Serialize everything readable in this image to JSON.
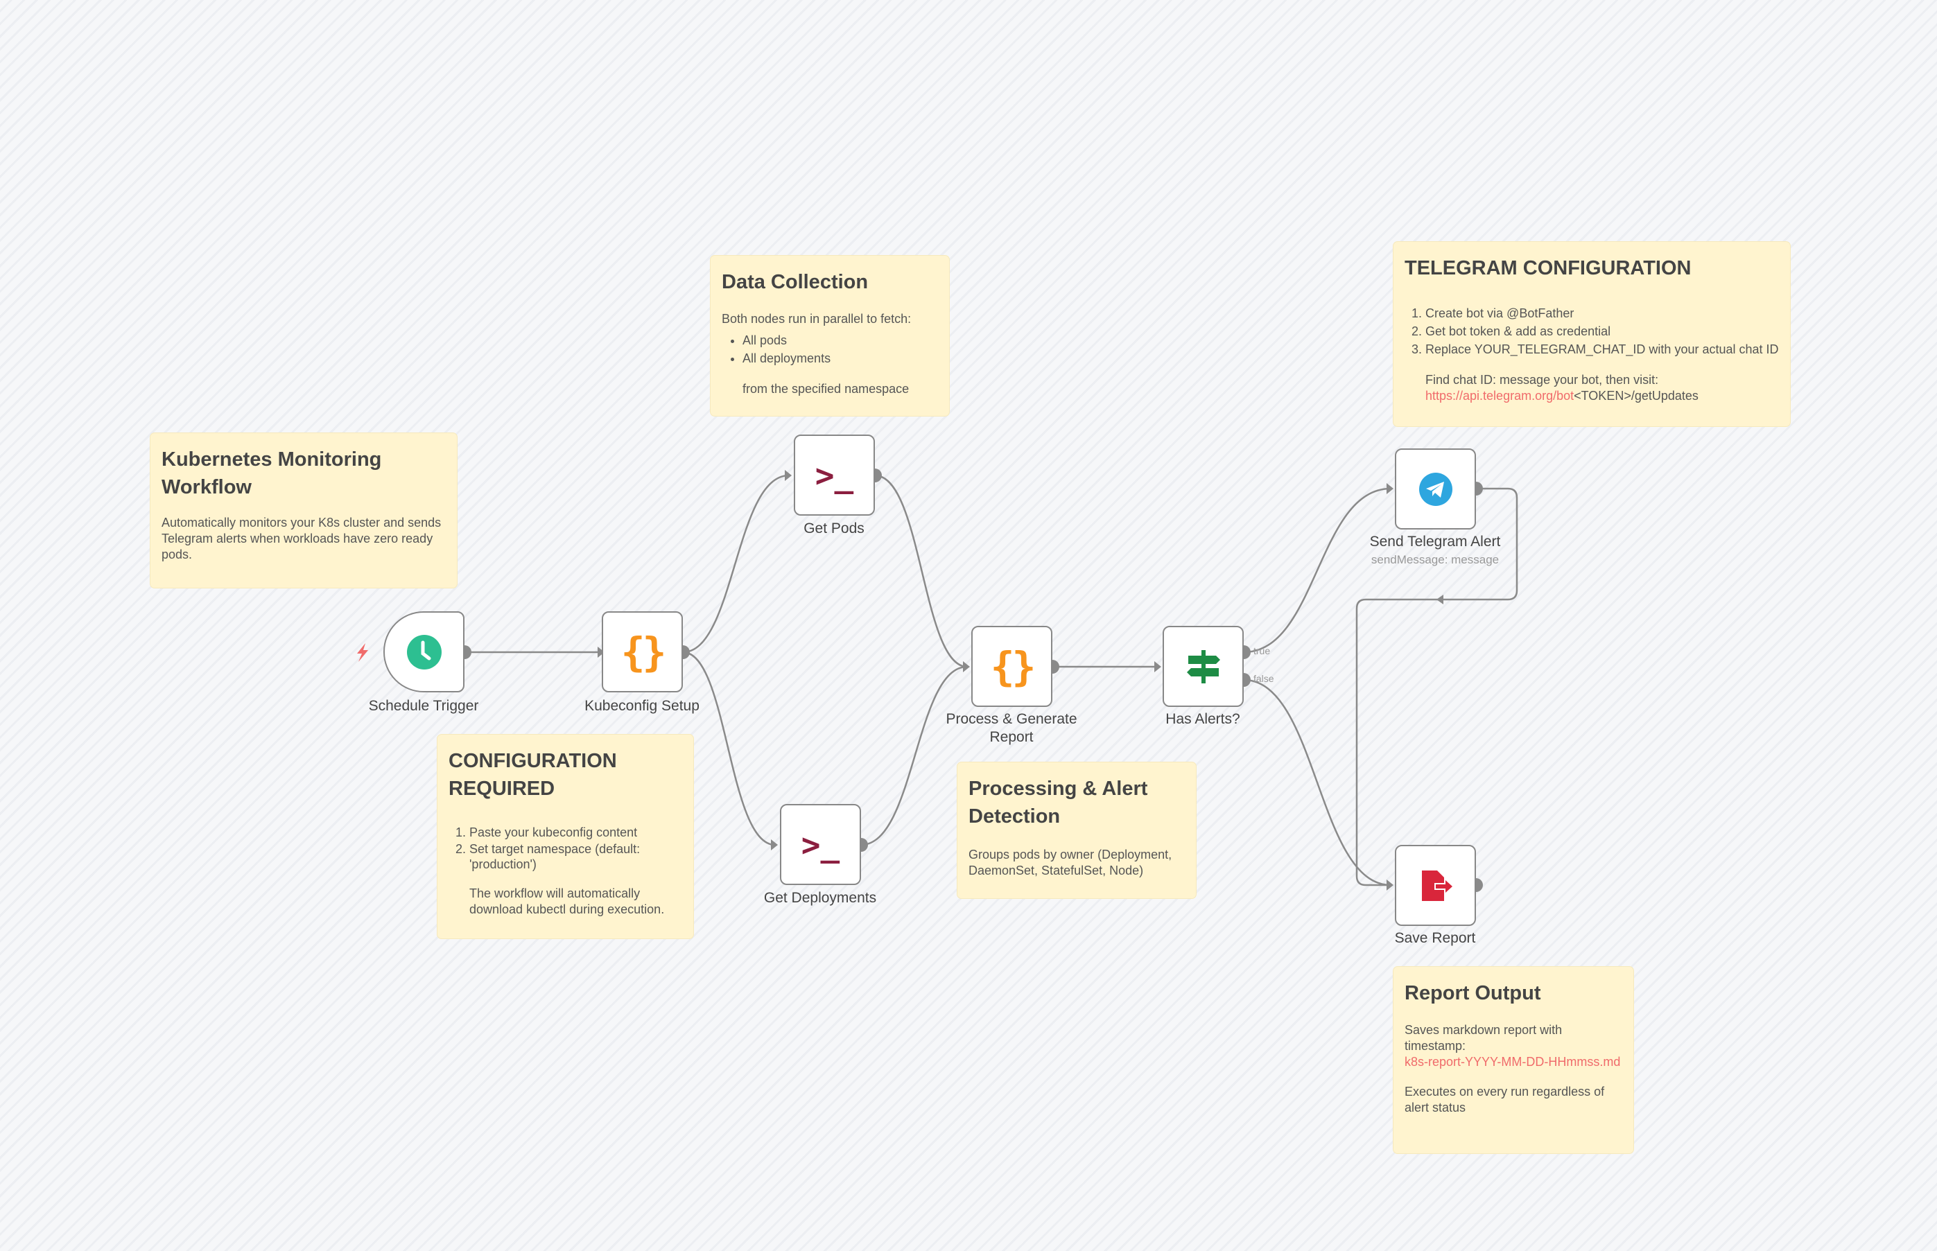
{
  "notes": {
    "overview": {
      "title": "Kubernetes Monitoring Workflow",
      "body": "Automatically monitors your K8s cluster and sends Telegram alerts when workloads have zero ready pods."
    },
    "data_collection": {
      "title": "Data Collection",
      "intro": "Both nodes run in parallel to fetch:",
      "items": [
        "All pods",
        "All deployments"
      ],
      "outro": "from the specified namespace"
    },
    "telegram_config": {
      "title": "TELEGRAM CONFIGURATION",
      "items": [
        "Create bot via @BotFather",
        "Get bot token & add as credential",
        "Replace YOUR_TELEGRAM_CHAT_ID with your actual chat ID"
      ],
      "find": "Find chat ID: message your bot, then visit:",
      "link": "https://api.telegram.org/bot",
      "link_suffix": "<TOKEN>/getUpdates"
    },
    "config_required": {
      "title": "CONFIGURATION REQUIRED",
      "items": [
        "Paste your kubeconfig content",
        "Set target namespace (default: 'production')"
      ],
      "note": "The workflow will automatically download kubectl during execution."
    },
    "processing": {
      "title": "Processing & Alert Detection",
      "body": "Groups pods by owner (Deployment, DaemonSet, StatefulSet, Node)"
    },
    "report_output": {
      "title": "Report Output",
      "body": "Saves markdown report with timestamp:",
      "filename": "k8s-report-YYYY-MM-DD-HHmmss.md",
      "note": "Executes on every run regardless of alert status"
    }
  },
  "nodes": {
    "schedule_trigger": {
      "label": "Schedule Trigger",
      "icon": "clock-icon"
    },
    "kubeconfig_setup": {
      "label": "Kubeconfig Setup",
      "icon": "code-braces-icon"
    },
    "get_pods": {
      "label": "Get Pods",
      "icon": "terminal-icon"
    },
    "get_deployments": {
      "label": "Get Deployments",
      "icon": "terminal-icon"
    },
    "process_report": {
      "label": "Process & Generate Report",
      "icon": "code-braces-icon"
    },
    "has_alerts": {
      "label": "Has Alerts?",
      "icon": "signpost-icon",
      "outputs": [
        "true",
        "false"
      ]
    },
    "send_telegram": {
      "label": "Send Telegram Alert",
      "subtitle": "sendMessage: message",
      "icon": "telegram-icon"
    },
    "save_report": {
      "label": "Save Report",
      "icon": "file-export-icon"
    }
  },
  "colors": {
    "braces": "#f7941d",
    "terminal": "#8b1e3f",
    "clock": "#2dbf91",
    "signpost": "#1e8c45",
    "telegram": "#2ea6df",
    "file": "#d9263b",
    "link": "#f06b6b",
    "sticky": "#fff4cf"
  }
}
